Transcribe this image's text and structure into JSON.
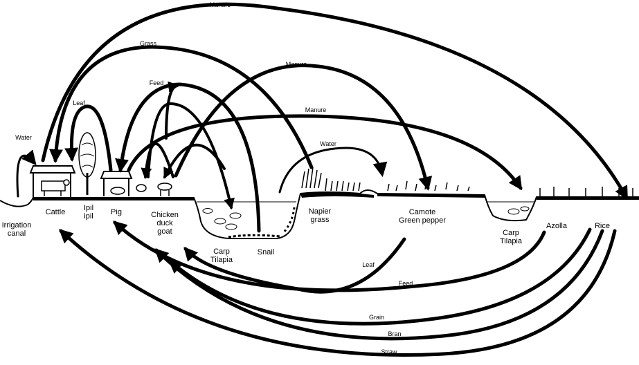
{
  "components": {
    "irrigation": "Irrigation\ncanal",
    "cattle": "Cattle",
    "ipil": "Ipil\nipil",
    "pig": "Pig",
    "chicken": "Chicken\nduck\ngoat",
    "fishpond1": "Carp\nTilapia",
    "snail": "Snail",
    "napier": "Napier\ngrass",
    "camote": "Camote\nGreen pepper",
    "fishpond2": "Carp\nTilapia",
    "azolla": "Azolla",
    "rice": "Rice"
  },
  "flows": {
    "manure_top": "Manure",
    "grass": "Grass",
    "manure_2": "Manure",
    "feed_top": "Feed",
    "leaf_top": "Leaf",
    "manure_3": "Manure",
    "water_left": "Water",
    "water_mid": "Water",
    "leaf_bottom": "Leaf",
    "feed_bottom": "Feed",
    "grain": "Grain",
    "bran": "Bran",
    "straw": "Straw"
  }
}
